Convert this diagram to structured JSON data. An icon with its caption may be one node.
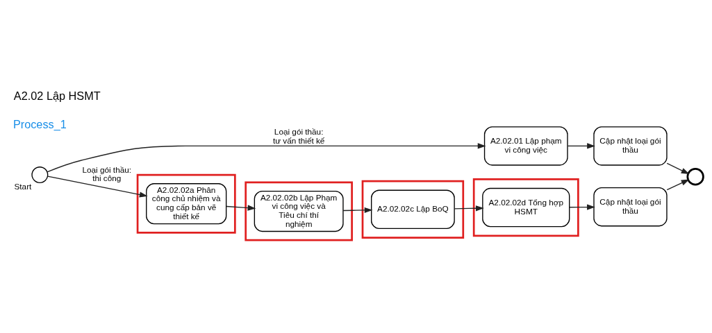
{
  "diagram": {
    "title": "A2.02 Lập HSMT",
    "nodes": [
      {
        "text": [],
        "shape": "circle",
        "beside": [
          "Start"
        ]
      },
      {
        "text": [
          "A2.02.01 Lập phạm vi công việc"
        ]
      },
      {
        "text": [
          "Cập nhật loại gói thầu"
        ]
      },
      {
        "text": [],
        "shape": "box"
      },
      {
        "text": [
          "A2.02.02a Phân công chủ nhiệm và cung cấp bản vẽ thiết kế"
        ],
        "in": 3
      },
      {
        "text": [],
        "shape": "box"
      },
      {
        "text": [
          "A2.02.02b Lập Phạm vi công việc và Tiêu chí thí nghiệm"
        ],
        "in": 5
      },
      {
        "text": [],
        "shape": "box"
      },
      {
        "text": [
          "A2.02.02c Lập BoQ"
        ],
        "in": 7
      },
      {
        "text": [],
        "shape": "box"
      },
      {
        "text": [
          "A2.02.02d Tổng hợp HSMT"
        ],
        "in": 9
      },
      {
        "text": [
          "Cập nhật loại gói thầu"
        ]
      },
      {
        "text": [],
        "shape": "circle"
      }
    ],
    "edges": [
      {
        "from": 0,
        "to": 1,
        "arrow": "to",
        "label": "Loại gói thầu: tư vấn thiết kế"
      },
      {
        "from": 0,
        "to": 4,
        "arrow": "to",
        "label": "Loại gói thầu: thi công"
      },
      {
        "from": 1,
        "to": 2,
        "arrow": "to"
      },
      {
        "from": 4,
        "to": 6,
        "arrow": "to"
      },
      {
        "from": 6,
        "to": 8,
        "arrow": "to"
      },
      {
        "from": 8,
        "to": 10,
        "arrow": "to"
      },
      {
        "from": 10,
        "to": 11,
        "arrow": "to"
      },
      {
        "from": 2,
        "to": 12,
        "arrow": "to"
      },
      {
        "from": 11,
        "to": 12,
        "arrow": "to"
      }
    ],
    "labels": [
      "Process_1"
    ]
  }
}
